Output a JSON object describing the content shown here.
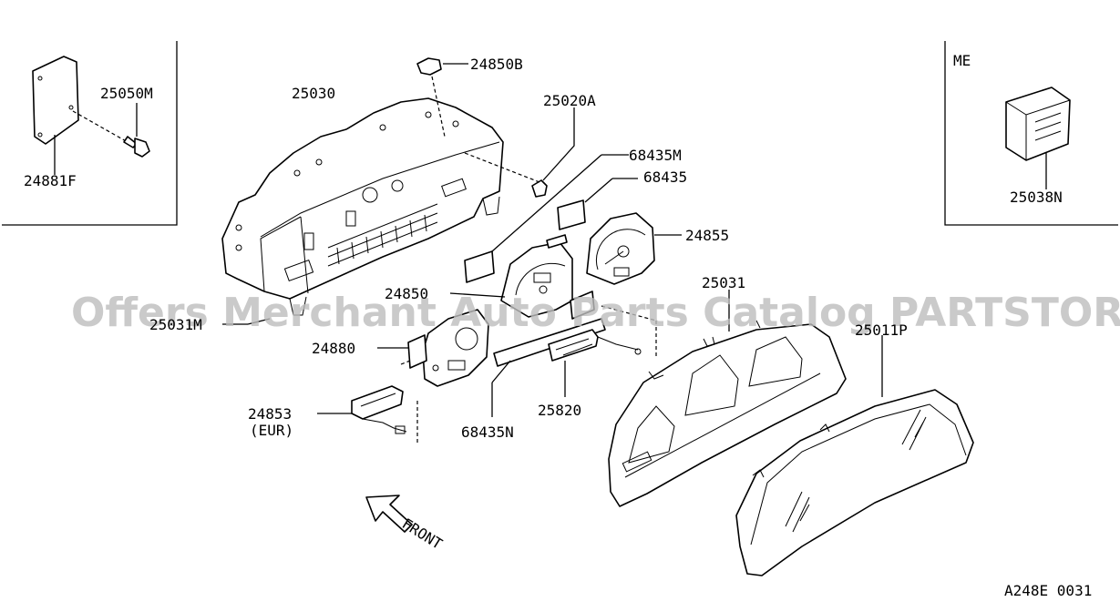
{
  "labels": {
    "p24850B": "24850B",
    "p25050M": "25050M",
    "p25030": "25030",
    "p25020A": "25020A",
    "p68435M": "68435M",
    "p68435": "68435",
    "p24855": "24855",
    "p24881F": "24881F",
    "p24850": "24850",
    "p25031M": "25031M",
    "p25031": "25031",
    "p25011P": "25011P",
    "p24880": "24880",
    "p24853": "24853",
    "eur": "(EUR)",
    "p25820": "25820",
    "p68435N": "68435N",
    "p25038N": "25038N",
    "me": "ME",
    "front": "FRONT",
    "code": "A248E 0031"
  },
  "watermark": "Offers Merchant Auto Parts Catalog PARTSTORE.SA"
}
